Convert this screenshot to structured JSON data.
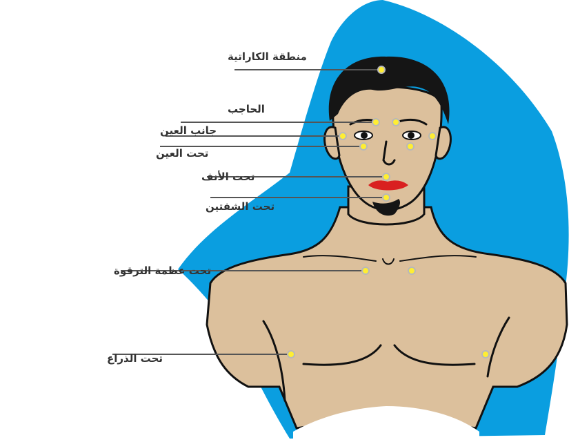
{
  "colors": {
    "background_shape": "#0a9ee0",
    "skin": "#dcc09c",
    "hair": "#151515",
    "outline": "#111111",
    "lips": "#d92020",
    "point_fill": "#ffee33",
    "point_ring": "#b8b8b8",
    "leader_line": "#555555",
    "label_text": "#333333"
  },
  "labels": {
    "karate_chop": "منطقة الكاراتية",
    "eyebrow": "الحاجب",
    "side_of_eye": "جانب العين",
    "under_eye": "تحت العين",
    "under_nose": "تحت الأنف",
    "under_lips": "تحت الشفتين",
    "under_collarbone": "تحت عظمة الترقوة",
    "under_arm": "تحت الذراع"
  }
}
